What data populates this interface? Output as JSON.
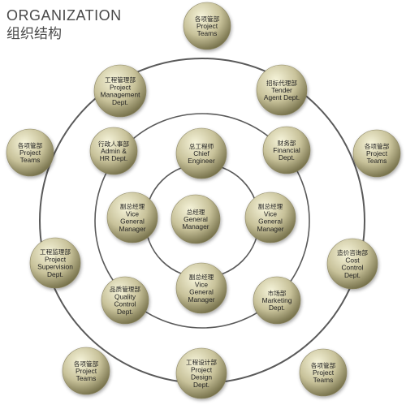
{
  "heading": {
    "title_en": "ORGANIZATION",
    "title_zh": "组织结构"
  },
  "nodes": [
    {
      "id": "center-gm",
      "zh": "总经理",
      "en": [
        "General",
        "Manager"
      ]
    },
    {
      "id": "chief-engineer",
      "zh": "总工程师",
      "en": [
        "Chief",
        "Engineer"
      ]
    },
    {
      "id": "vgm-left",
      "zh": "副总经理",
      "en": [
        "Vice",
        "General",
        "Manager"
      ]
    },
    {
      "id": "vgm-right",
      "zh": "副总经理",
      "en": [
        "Vice",
        "General",
        "Manager"
      ]
    },
    {
      "id": "vgm-bottom",
      "zh": "副总经理",
      "en": [
        "Vice",
        "General",
        "Manager"
      ]
    },
    {
      "id": "admin-hr",
      "zh": "行政人事部",
      "en": [
        "Admin &",
        "HR Dept."
      ]
    },
    {
      "id": "financial",
      "zh": "财务部",
      "en": [
        "Financial",
        "Dept."
      ]
    },
    {
      "id": "quality-control",
      "zh": "品质管理部",
      "en": [
        "Quality",
        "Control",
        "Dept."
      ]
    },
    {
      "id": "marketing",
      "zh": "市场部",
      "en": [
        "Marketing",
        "Dept."
      ]
    },
    {
      "id": "project-management",
      "zh": "工程管理部",
      "en": [
        "Project",
        "Management",
        "Dept."
      ]
    },
    {
      "id": "tender-agent",
      "zh": "招标代理部",
      "en": [
        "Tender",
        "Agent Dept."
      ]
    },
    {
      "id": "project-supervision",
      "zh": "工程监理部",
      "en": [
        "Project",
        "Supervision",
        "Dept."
      ]
    },
    {
      "id": "cost-control",
      "zh": "造价咨询部",
      "en": [
        "Cost",
        "Control",
        "Dept."
      ]
    },
    {
      "id": "project-design",
      "zh": "工程设计部",
      "en": [
        "Project",
        "Design",
        "Dept."
      ]
    },
    {
      "id": "project-teams-top",
      "zh": "各项管部",
      "en": [
        "Project",
        "Teams"
      ]
    },
    {
      "id": "project-teams-left",
      "zh": "各项管部",
      "en": [
        "Project",
        "Teams"
      ]
    },
    {
      "id": "project-teams-right",
      "zh": "各项管部",
      "en": [
        "Project",
        "Teams"
      ]
    },
    {
      "id": "project-teams-bl",
      "zh": "各项管部",
      "en": [
        "Project",
        "Teams"
      ]
    },
    {
      "id": "project-teams-br",
      "zh": "各项管部",
      "en": [
        "Project",
        "Teams"
      ]
    }
  ],
  "colors": {
    "ring": "#5a5a5a",
    "ball_light": "#f6f4da",
    "ball_mid": "#c8c29a",
    "ball_dark": "#6f6a44",
    "text": "#222222"
  }
}
